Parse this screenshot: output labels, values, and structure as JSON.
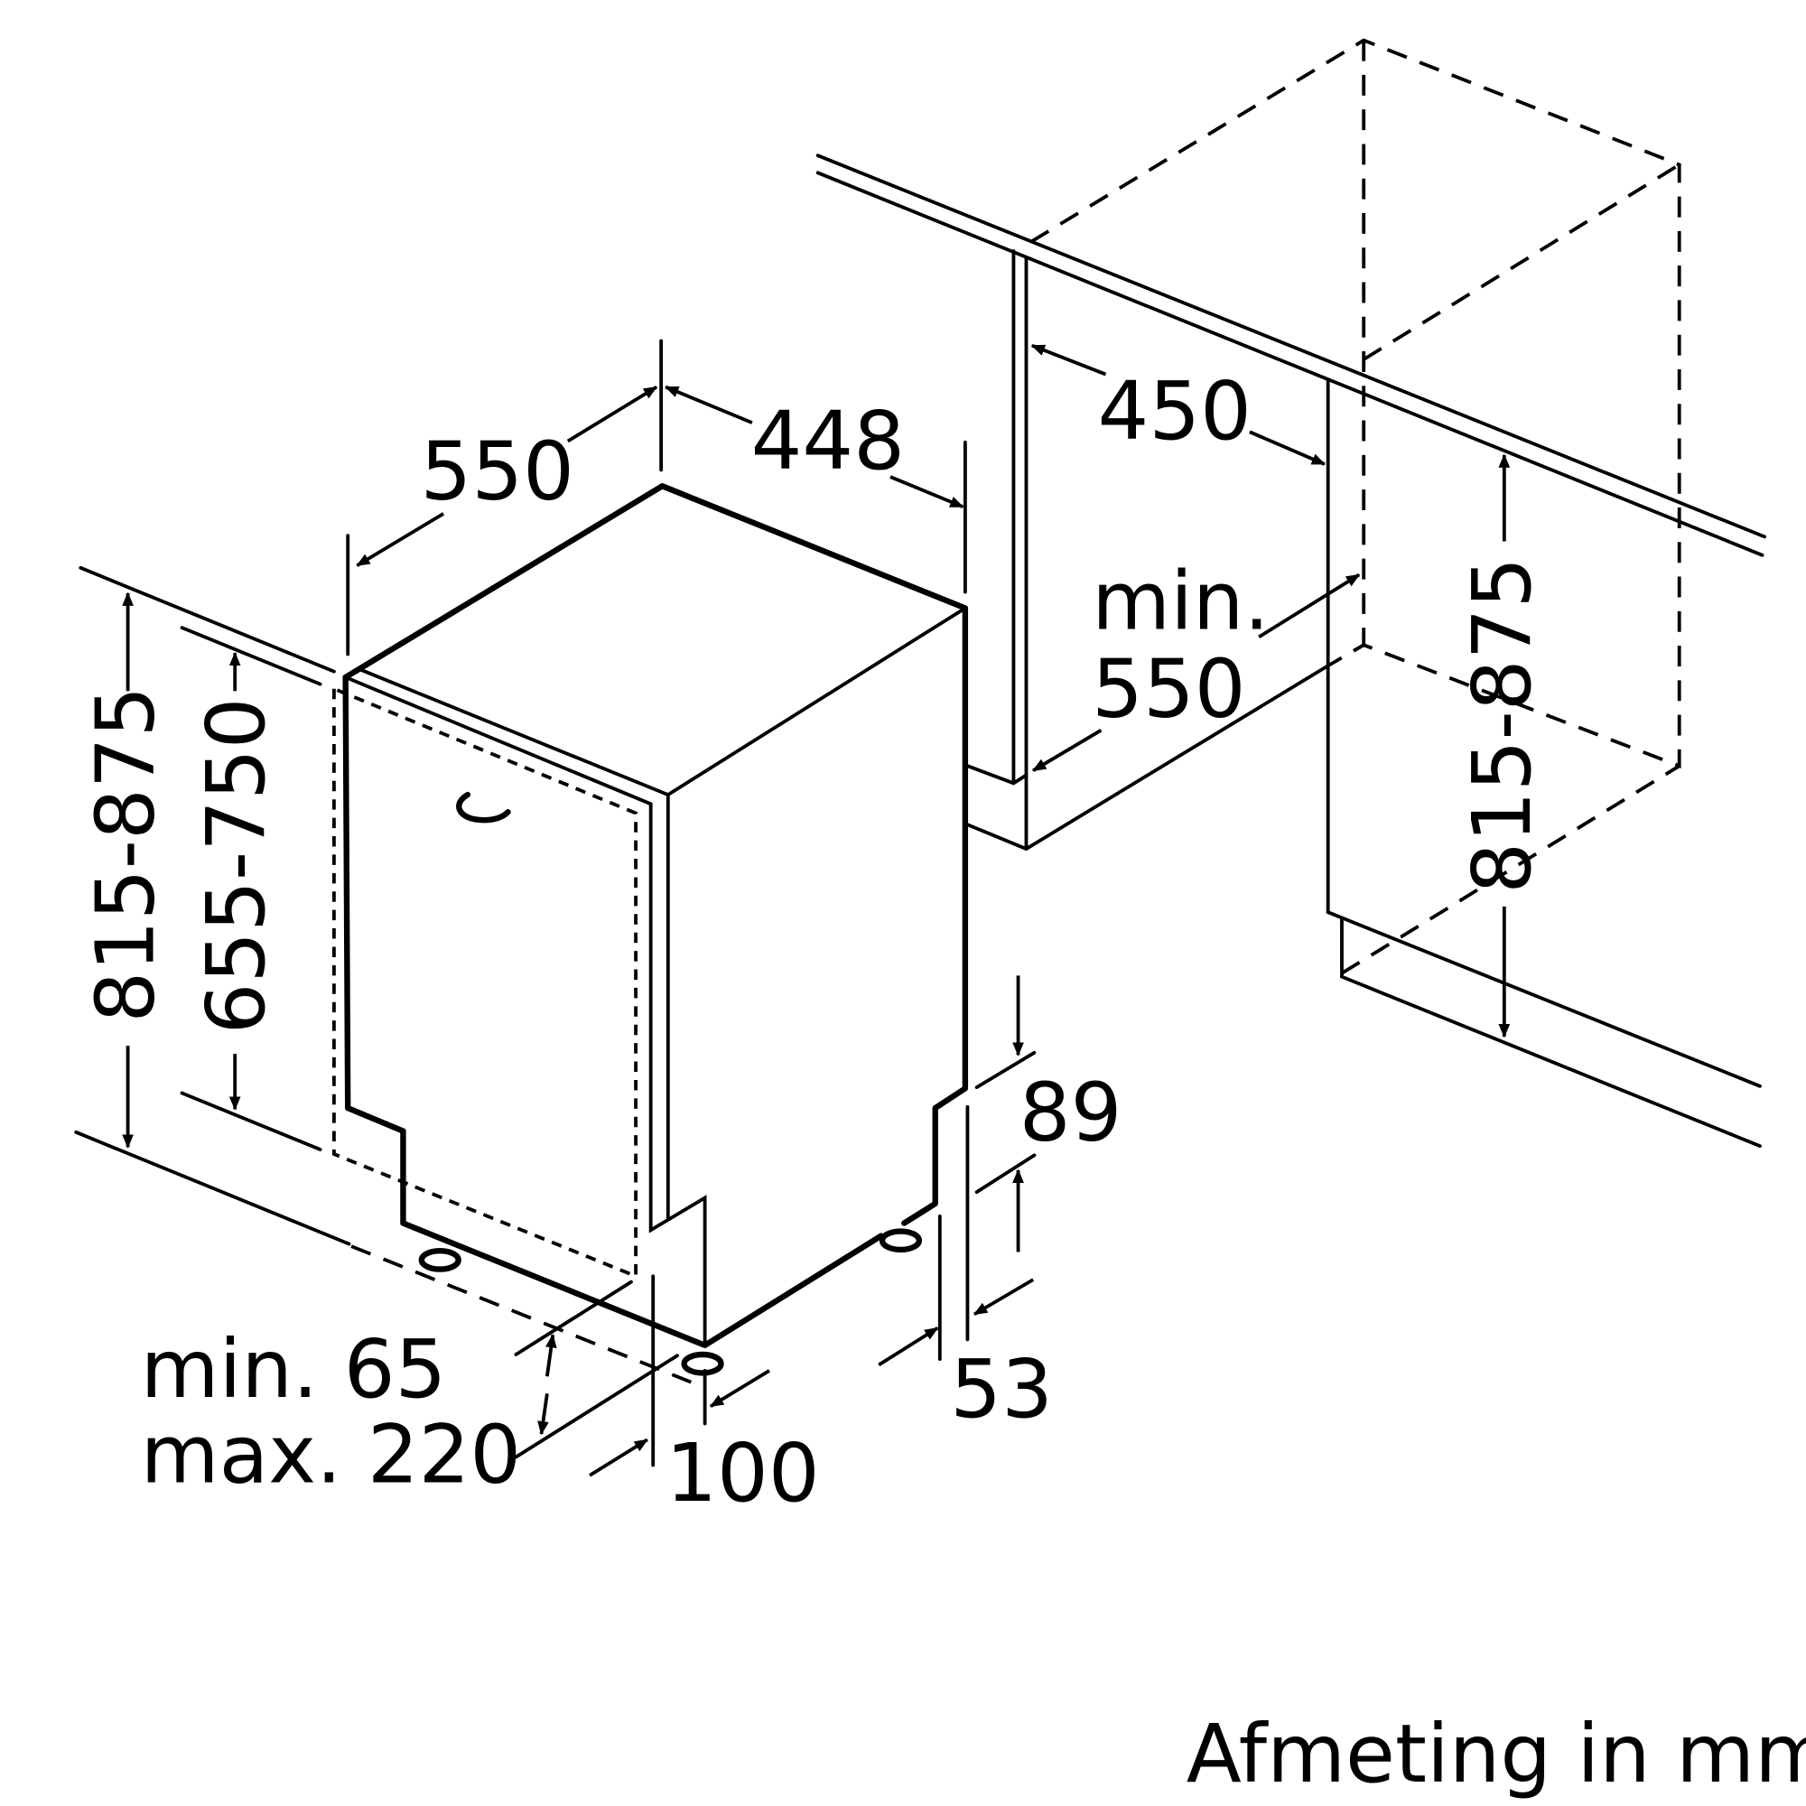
{
  "dimensions": {
    "depth": "550",
    "width": "448",
    "niche_width": "450",
    "niche_depth_line1": "min.",
    "niche_depth_line2": "550",
    "height_left": "815-875",
    "door_height": "655-750",
    "height_right": "815-875",
    "plinth_top": "89",
    "side_gap": "53",
    "foot_setback": "100",
    "plinth_min": "min. 65",
    "plinth_max": "max. 220"
  },
  "footer": {
    "unit_label": "Afmeting in mm"
  }
}
